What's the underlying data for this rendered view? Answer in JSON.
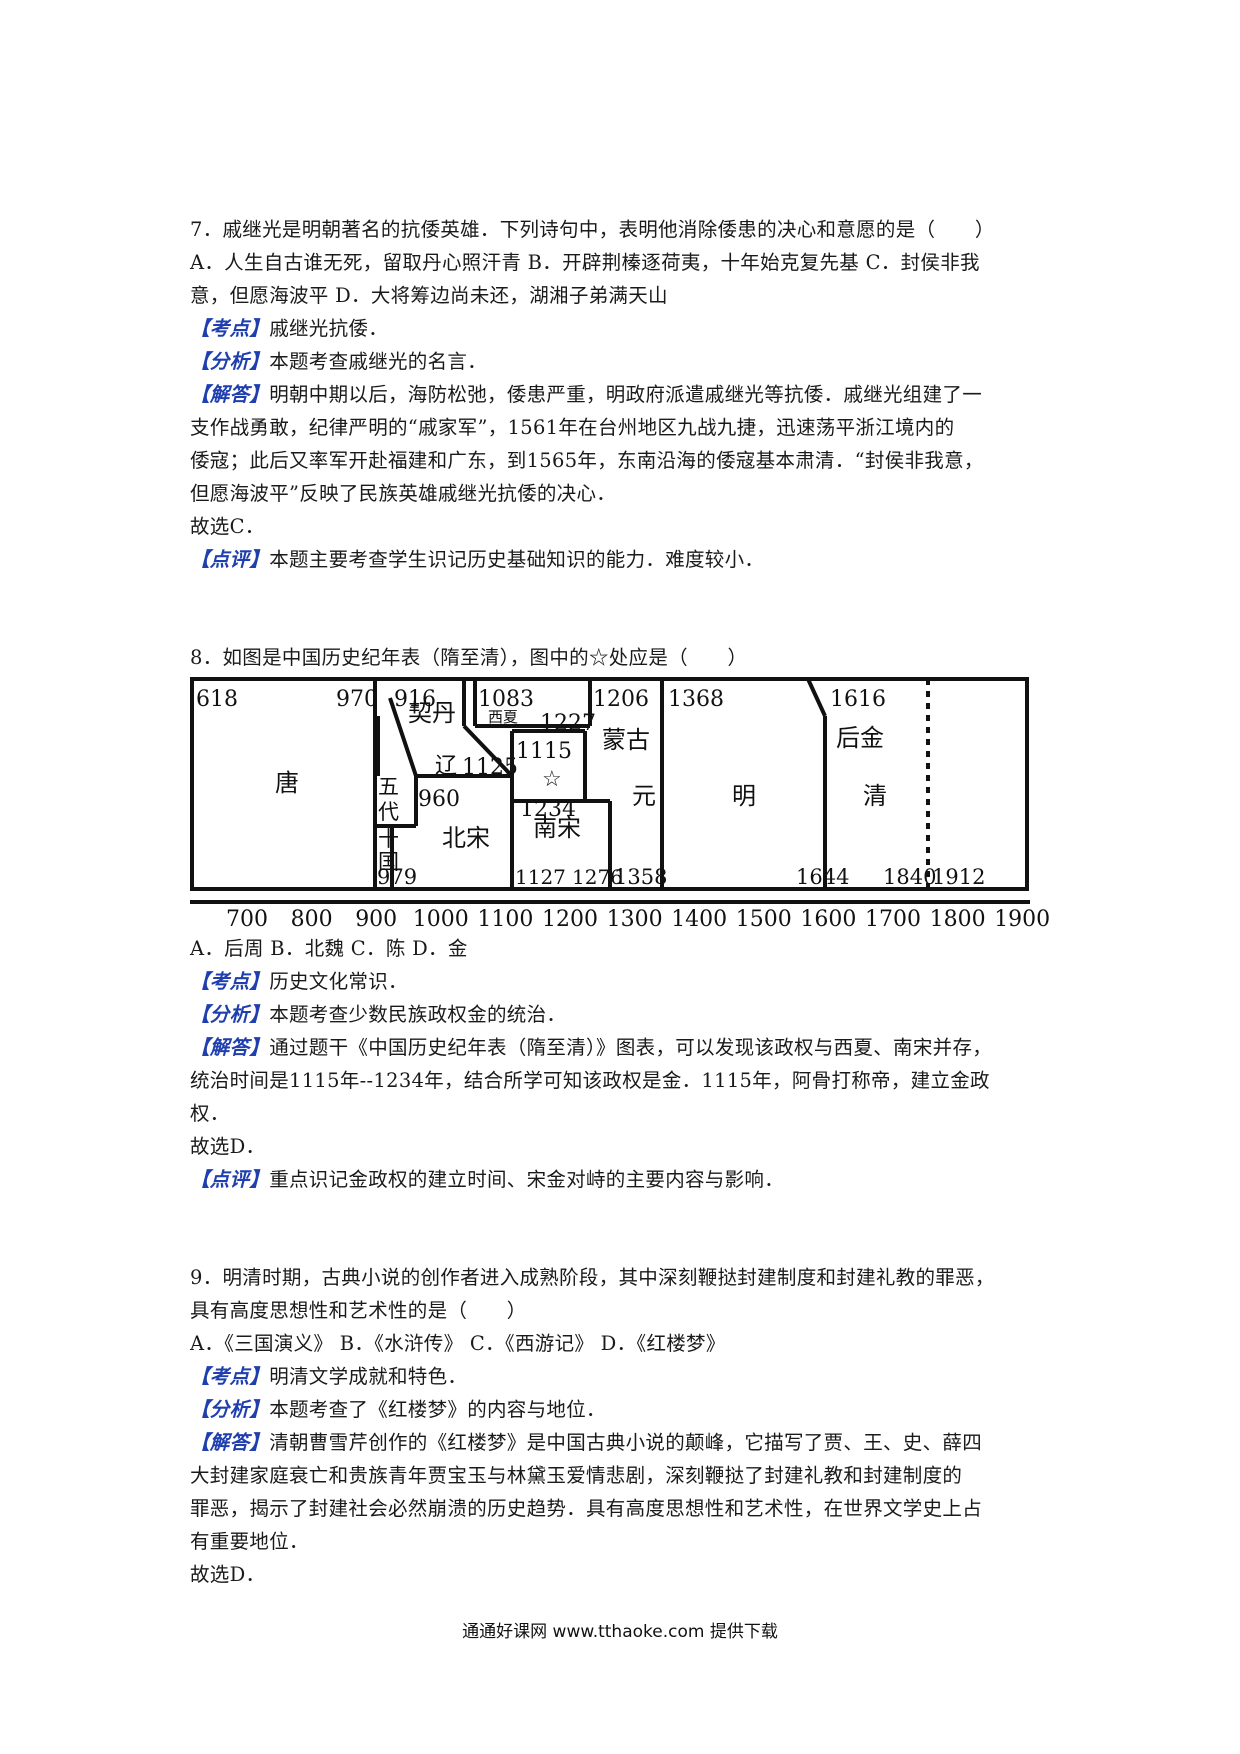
{
  "q7": {
    "stem": "7．戚继光是明朝著名的抗倭英雄．下列诗句中，表明他消除倭患的决心和意愿的是（　　）",
    "options_line1": "A．人生自古谁无死，留取丹心照汗青 B．开辟荆榛逐荷夷，十年始克复先基 C．封侯非我",
    "options_line2": "意，但愿海波平 D．大将筹边尚未还，湖湘子弟满天山",
    "kaodian_label": "【考点】",
    "kaodian": "戚继光抗倭．",
    "fenxi_label": "【分析】",
    "fenxi": "本题考查戚继光的名言．",
    "jieda_label": "【解答】",
    "jieda1": "明朝中期以后，海防松弛，倭患严重，明政府派遣戚继光等抗倭．戚继光组建了一",
    "jieda2": "支作战勇敢，纪律严明的“戚家军”，1561年在台州地区九战九捷，迅速荡平浙江境内的",
    "jieda3": "倭寇；此后又率军开赴福建和广东，到1565年，东南沿海的倭寇基本肃清．“封侯非我意，",
    "jieda4": "但愿海波平”反映了民族英雄戚继光抗倭的决心．",
    "answer": "故选C．",
    "dianping_label": "【点评】",
    "dianping": "本题主要考查学生识记历史基础知识的能力．难度较小．"
  },
  "q8": {
    "stem": "8．如图是中国历史纪年表（隋至清），图中的☆处应是（　　）",
    "timeline": {
      "tang": "唐",
      "qidan": "契丹",
      "xixia": "西夏",
      "mengu": "蒙古",
      "yuan": "元",
      "ming": "明",
      "houjin": "后金",
      "qing": "清",
      "wudai_1": "五",
      "wudai_2": "代",
      "shiguo_1": "十",
      "shiguo_2": "国",
      "liao": "辽",
      "beisong": "北宋",
      "nansong": "南宋",
      "star": "☆",
      "y618": "618",
      "y970": "970",
      "y916": "916",
      "y1083": "1083",
      "y1227": "1227",
      "y1206": "1206",
      "y1368": "1368",
      "y1616": "1616",
      "y1125": "1125",
      "y1115": "1115",
      "y960": "960",
      "y1234": "1234",
      "y979": "979",
      "y1127": "1127",
      "y1276": "1276",
      "y1358": "1358",
      "y1644": "1644",
      "y1840": "1840",
      "y1912": "1912",
      "axis": [
        "700",
        "800",
        "900",
        "1000",
        "1100",
        "1200",
        "1300",
        "1400",
        "1500",
        "1600",
        "1700",
        "1800",
        "1900"
      ]
    },
    "options": "A．后周 B．北魏 C．陈 D．金",
    "kaodian_label": "【考点】",
    "kaodian": "历史文化常识．",
    "fenxi_label": "【分析】",
    "fenxi": "本题考查少数民族政权金的统治．",
    "jieda_label": "【解答】",
    "jieda1": "通过题干《中国历史纪年表（隋至清）》图表，可以发现该政权与西夏、南宋并存，",
    "jieda2": "统治时间是1115年--1234年，结合所学可知该政权是金．1115年，阿骨打称帝，建立金政",
    "jieda3": "权．",
    "answer": "故选D．",
    "dianping_label": "【点评】",
    "dianping": "重点识记金政权的建立时间、宋金对峙的主要内容与影响．"
  },
  "q9": {
    "stem1": "9．明清时期，古典小说的创作者进入成熟阶段，其中深刻鞭挞封建制度和封建礼教的罪恶，",
    "stem2": "具有高度思想性和艺术性的是（　　）",
    "options": "A．《三国演义》 B．《水浒传》 C．《西游记》 D．《红楼梦》",
    "kaodian_label": "【考点】",
    "kaodian": "明清文学成就和特色．",
    "fenxi_label": "【分析】",
    "fenxi": "本题考查了《红楼梦》的内容与地位．",
    "jieda_label": "【解答】",
    "jieda1": "清朝曹雪芹创作的《红楼梦》是中国古典小说的颠峰，它描写了贾、王、史、薛四",
    "jieda2": "大封建家庭衰亡和贵族青年贾宝玉与林黛玉爱情悲剧，深刻鞭挞了封建礼教和封建制度的",
    "jieda3": "罪恶，揭示了封建社会必然崩溃的历史趋势．具有高度思想性和艺术性，在世界文学史上占",
    "jieda4": "有重要地位．",
    "answer": "故选D．"
  },
  "footer": "通通好课网 www.tthaoke.com 提供下载"
}
